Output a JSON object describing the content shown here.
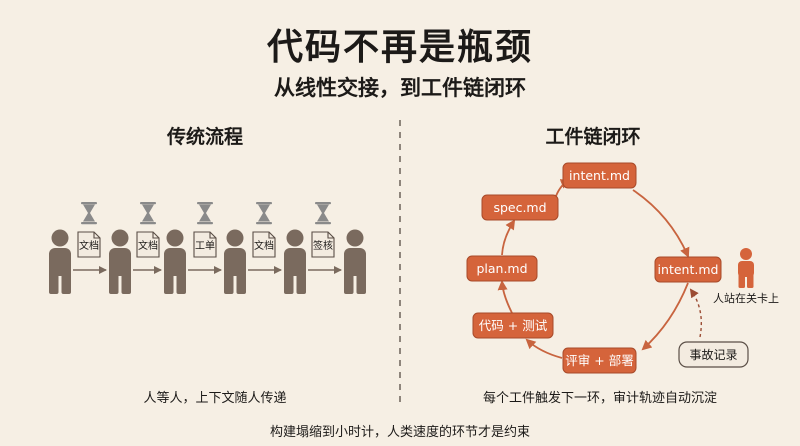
{
  "header": {
    "title": "代码不再是瓶颈",
    "subtitle": "从线性交接，到工件链闭环"
  },
  "left": {
    "heading": "传统流程",
    "documents": [
      "文档",
      "文档",
      "工单",
      "文档",
      "签核"
    ],
    "caption": "人等人，上下文随人传递"
  },
  "right": {
    "heading": "工件链闭环",
    "nodes": [
      "intent.md",
      "intent.md",
      "评审 + 部署",
      "代码 + 测试",
      "plan.md",
      "spec.md"
    ],
    "human_label": "人站在关卡上",
    "incident_label": "事故记录",
    "caption": "每个工件触发下一环，审计轨迹自动沉淀"
  },
  "footer": {
    "caption": "构建塌缩到小时计，人类速度的环节才是约束"
  },
  "colors": {
    "background": "#f6efe4",
    "person": "#7a6a5e",
    "node": "#d5643b",
    "arrow": "#c8643f",
    "hourglass": "#8a8a8a",
    "doc_bg": "#f3ebe0"
  }
}
